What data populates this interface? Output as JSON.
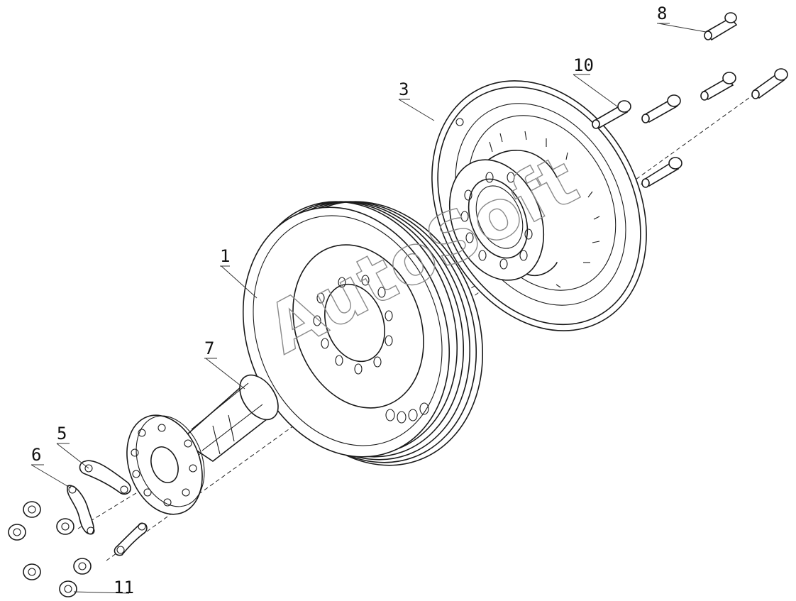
{
  "diagram": {
    "kind": "exploded-parts-view",
    "callouts": [
      {
        "id": "callout-1",
        "label": "1"
      },
      {
        "id": "callout-3",
        "label": "3"
      },
      {
        "id": "callout-5",
        "label": "5"
      },
      {
        "id": "callout-6",
        "label": "6"
      },
      {
        "id": "callout-7",
        "label": "7"
      },
      {
        "id": "callout-8",
        "label": "8"
      },
      {
        "id": "callout-10",
        "label": "10"
      },
      {
        "id": "callout-11",
        "label": "11"
      }
    ],
    "watermark": "AutoSoft",
    "line_color": "#1a1a1a",
    "watermark_color": "#8a8a8a"
  }
}
